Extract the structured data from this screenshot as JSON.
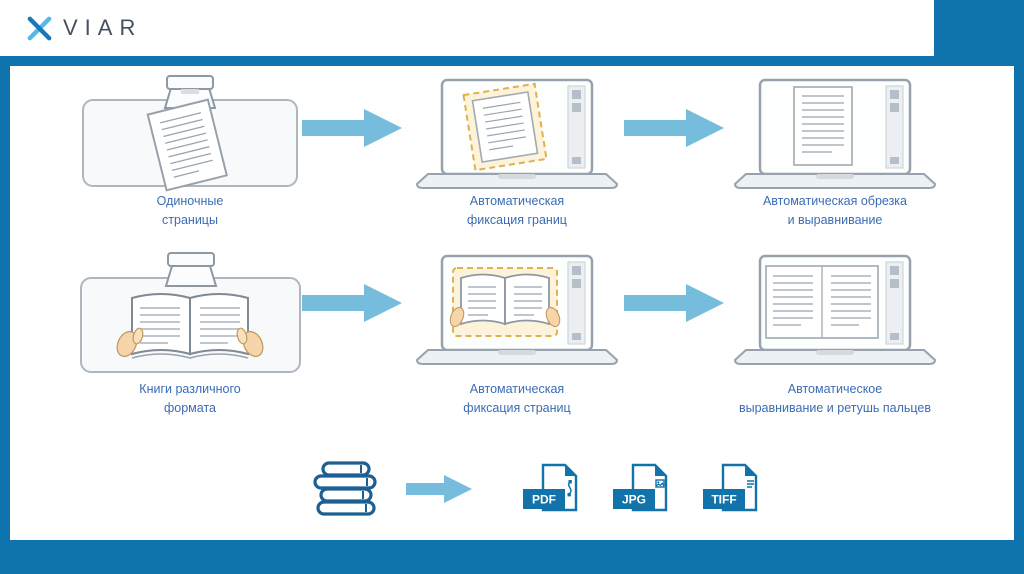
{
  "header": {
    "brand": "VIAR"
  },
  "rows": [
    {
      "source_label": "Одиночные\nстраницы",
      "step2_label": "Автоматическая\nфиксация границ",
      "step3_label": "Автоматическая обрезка\nи выравнивание"
    },
    {
      "source_label": "Книги различного\nформата",
      "step2_label": "Автоматическая\nфиксация страниц",
      "step3_label": "Автоматическое\nвыравнивание и ретушь пальцев"
    }
  ],
  "outputs": {
    "formats": [
      "PDF",
      "JPG",
      "TIFF"
    ]
  },
  "colors": {
    "frame_blue": "#0f73ad",
    "arrow_blue": "#76bcdd",
    "label_blue": "#3b6cb4",
    "detect_yellow": "#dfb24e",
    "icon_blue": "#1173a9"
  }
}
